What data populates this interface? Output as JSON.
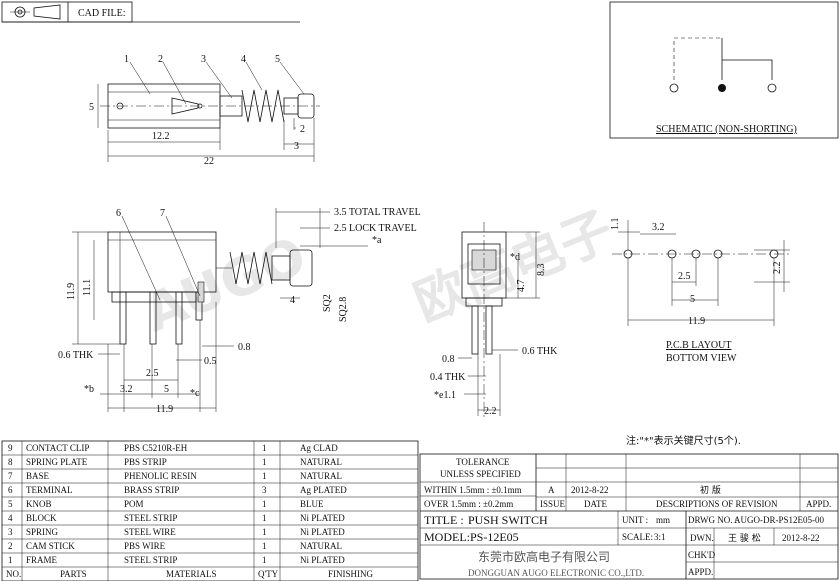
{
  "header": {
    "cad_file_label": "CAD FILE:"
  },
  "top_view": {
    "callouts": [
      "1",
      "2",
      "3",
      "4",
      "5"
    ],
    "dims": {
      "height": "5",
      "body": "12.2",
      "total": "22",
      "knob_dia": "2",
      "knob_len": "3"
    }
  },
  "schematic": {
    "label": "SCHEMATIC (NON-SHORTING)"
  },
  "side_view": {
    "callouts": [
      "6",
      "7"
    ],
    "total_travel": "3.5 TOTAL TRAVEL",
    "lock_travel": "2.5 LOCK TRAVEL",
    "star_a": "*a",
    "sq2": "SQ2",
    "sq28": "SQ2.8",
    "dims": {
      "h1": "11.9",
      "h2": "11.1",
      "thk": "0.6 THK",
      "d05": "0.5",
      "d08": "0.8",
      "d25": "2.5",
      "d32": "3.2",
      "d5": "5",
      "d119": "11.9",
      "d4": "4",
      "star_b": "*b",
      "star_c": "*c"
    }
  },
  "front_view": {
    "star_d": "*d",
    "dims": {
      "d83": "8.3",
      "d47": "4.7",
      "d08": "0.8",
      "thk06": "0.6 THK",
      "thk04": "0.4 THK",
      "e11": "*e1.1",
      "d22": "2.2"
    }
  },
  "pcb": {
    "dims": {
      "d11": "1.1",
      "d32": "3.2",
      "d25": "2.5",
      "d5": "5",
      "d119": "11.9",
      "d22": "2.2"
    },
    "title": "P.C.B LAYOUT",
    "subtitle": "BOTTOM VIEW"
  },
  "note": "注:\"*\"表示关键尺寸(5个).",
  "watermark": {
    "brand": "AUGO",
    "chinese": "欧高电子"
  },
  "parts_table": {
    "headers": [
      "NO.",
      "PARTS",
      "MATERIALS",
      "Q'TY",
      "FINISHING"
    ],
    "rows": [
      [
        "9",
        "CONTACT CLIP",
        "PBS C5210R-EH",
        "1",
        "Ag CLAD"
      ],
      [
        "8",
        "SPRING PLATE",
        "PBS STRIP",
        "1",
        "NATURAL"
      ],
      [
        "7",
        "BASE",
        "PHENOLIC RESIN",
        "1",
        "NATURAL"
      ],
      [
        "6",
        "TERMINAL",
        "BRASS STRIP",
        "3",
        "Ag PLATED"
      ],
      [
        "5",
        "KNOB",
        "POM",
        "1",
        "BLUE"
      ],
      [
        "4",
        "BLOCK",
        "STEEL STRIP",
        "1",
        "Ni PLATED"
      ],
      [
        "3",
        "SPRING",
        "STEEL WIRE",
        "1",
        "Ni PLATED"
      ],
      [
        "2",
        "CAM STICK",
        "PBS WIRE",
        "1",
        "NATURAL"
      ],
      [
        "1",
        "FRAME",
        "STEEL STRIP",
        "1",
        "Ni PLATED"
      ]
    ]
  },
  "title_block": {
    "tolerance_title": "TOLERANCE",
    "tolerance_sub": "UNLESS SPECIFIED",
    "tol_within": "WITHIN 1.5mm : ±0.1mm",
    "tol_over": "OVER 1.5mm : ±0.2mm",
    "rev_issue": "A",
    "rev_date": "2012-8-22",
    "rev_desc": "初 版",
    "rev_header_issue": "ISSUE",
    "rev_header_date": "DATE",
    "rev_header_desc": "DESCRIPTIONS OF REVISION",
    "rev_header_appd": "APPD.",
    "title_label": "TITLE :",
    "title_value": "PUSH SWITCH",
    "unit_label": "UNIT :",
    "unit_value": "mm",
    "dwg_label": "DRWG NO. :",
    "dwg_value": "AUGO-DR-PS12E05-00",
    "model_label": "MODEL:",
    "model_value": "PS-12E05",
    "scale_label": "SCALE:",
    "scale_value": "3:1",
    "dwn_label": "DWN.",
    "dwn_name": "王 骏 松",
    "dwn_date": "2012-8-22",
    "chkd_label": "CHK'D",
    "appd_label": "APPD.",
    "company_cn": "东莞市欧高电子有限公司",
    "company_en": "DONGGUAN AUGO ELECTRONIC CO.,LTD."
  }
}
